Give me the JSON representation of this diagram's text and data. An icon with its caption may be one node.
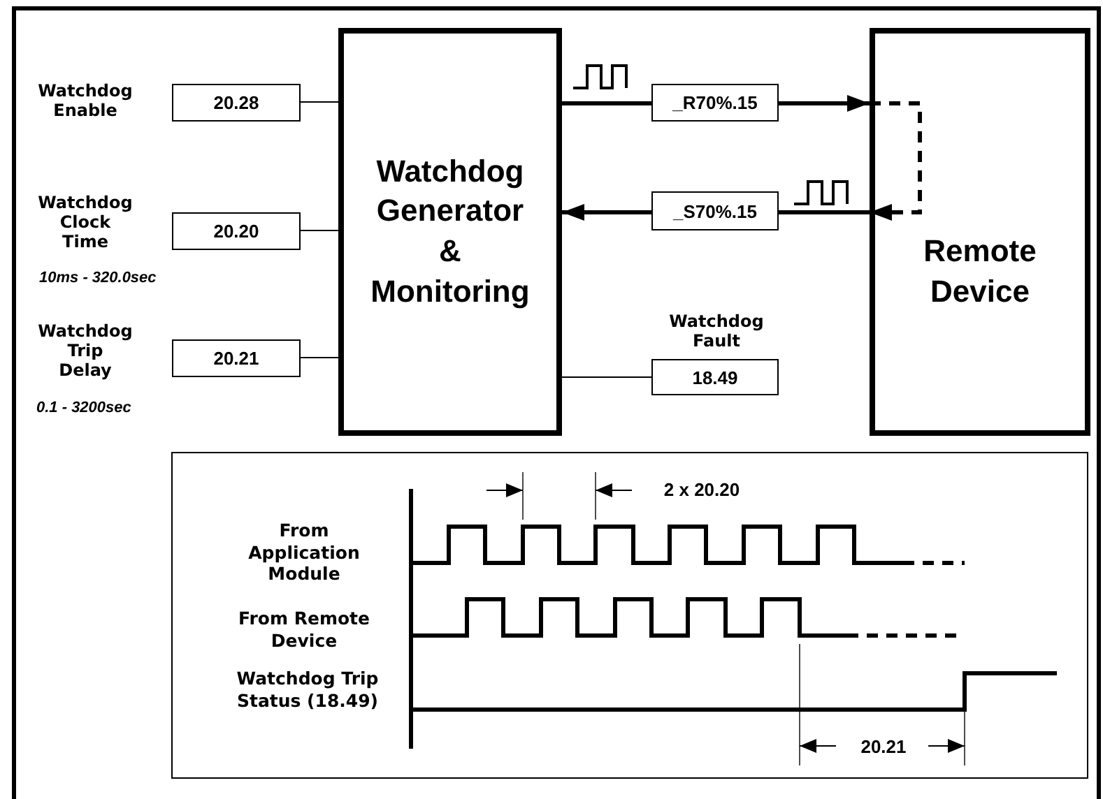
{
  "diagram": {
    "nodes": [
      {
        "text": [
          "20.28"
        ],
        "beside": [
          "Watchdog Enable"
        ]
      },
      {
        "text": [
          "20.20"
        ],
        "beside": [
          "Watchdog Clock Time",
          "10ms - 320.0sec"
        ]
      },
      {
        "text": [
          "20.21"
        ],
        "beside": [
          "Watchdog Trip Delay",
          "0.1 - 3200sec"
        ]
      },
      {
        "text": [
          "Watchdog Generator & Monitoring"
        ]
      },
      {
        "text": [
          "_R70%.15"
        ]
      },
      {
        "text": [
          "_S70%.15"
        ]
      },
      {
        "text": [
          "Remote Device"
        ]
      },
      {
        "text": [
          "18.49"
        ],
        "beside": [
          "Watchdog Fault"
        ]
      }
    ],
    "edges": [
      {
        "from": 0,
        "to": 3,
        "arrow": "none"
      },
      {
        "from": 1,
        "to": 3,
        "arrow": "none"
      },
      {
        "from": 2,
        "to": 3,
        "arrow": "none"
      },
      {
        "from": 3,
        "to": 4,
        "arrow": "none"
      },
      {
        "from": 4,
        "to": 6,
        "arrow": "to"
      },
      {
        "from": 6,
        "to": 6,
        "arrow": "to",
        "style": "dashed"
      },
      {
        "from": 6,
        "to": 5,
        "arrow": "none"
      },
      {
        "from": 5,
        "to": 3,
        "arrow": "to"
      },
      {
        "from": 3,
        "to": 7,
        "arrow": "none"
      }
    ],
    "labels": [
      "2 x 20.20",
      "From Application Module",
      "From Remote Device",
      "Watchdog Trip Status (18.49)",
      "20.21"
    ]
  }
}
